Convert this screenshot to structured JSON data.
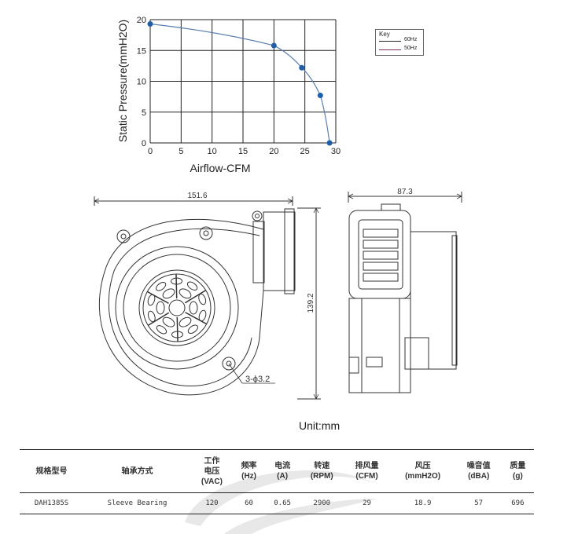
{
  "chart_data": {
    "type": "line",
    "xlabel": "Airflow-CFM",
    "ylabel": "Static Pressure(mmH2O)",
    "xlim": [
      0,
      30
    ],
    "ylim": [
      0,
      20
    ],
    "xticks": [
      "0",
      "5",
      "10",
      "15",
      "20",
      "25",
      "30"
    ],
    "yticks": [
      "0",
      "5",
      "10",
      "15",
      "20"
    ],
    "grid": true,
    "series": [
      {
        "name": "60Hz",
        "color": "#1f5fa8",
        "x": [
          0,
          20,
          24.5,
          27.5,
          29
        ],
        "y": [
          19.3,
          15.8,
          12.2,
          7.7,
          0
        ]
      }
    ],
    "legend": {
      "title": "Key",
      "entries": [
        {
          "label": "60Hz",
          "color": "#222222"
        },
        {
          "label": "50Hz",
          "color": "#7a2a5a"
        }
      ],
      "placement": "top-right"
    }
  },
  "drawing": {
    "front_width": "151.6",
    "front_height": "139.2",
    "side_width": "87.3",
    "hole_callout": "3-ϕ3.2",
    "unit_label": "Unit:mm"
  },
  "spec_table": {
    "headers": [
      [
        "规格型号"
      ],
      [
        "轴承方式"
      ],
      [
        "工作",
        "电压",
        "(VAC)"
      ],
      [
        "频率",
        "(Hz)"
      ],
      [
        "电流",
        "(A)"
      ],
      [
        "转速",
        "(RPM)"
      ],
      [
        "排风量",
        "(CFM)"
      ],
      [
        "风压",
        "(mmH2O)"
      ],
      [
        "噪音值",
        "(dBA)"
      ],
      [
        "质量",
        "(g)"
      ]
    ],
    "rows": [
      [
        "DAH1385S",
        "Sleeve Bearing",
        "120",
        "60",
        "0.65",
        "2900",
        "29",
        "18.9",
        "57",
        "696"
      ]
    ]
  }
}
